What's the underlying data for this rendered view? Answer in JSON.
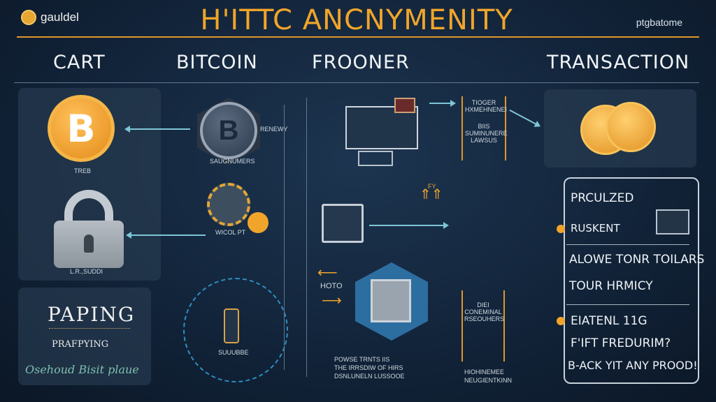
{
  "header": {
    "logo_text": "gauldel",
    "title": "H'ITTC ANCNYMENITY",
    "top_right": "ptgbatome"
  },
  "headings": {
    "cart": "CART",
    "bitcoin": "BITCOIN",
    "frooner": "FROONER",
    "transaction": "TRANSACTION"
  },
  "left": {
    "btc_symbol": "B",
    "btc_caption": "TREB",
    "lock_caption": "L.R.,SUDDI",
    "paping": "PAPING",
    "paping_sub": "PRAFPYING",
    "paping_bottom": "Osehoud Bisit plaue"
  },
  "middle": {
    "grey_btc_symbol": "B",
    "grey_caption": "SAUGNUMERS",
    "side_label": "RENEWY",
    "seal_caption": "WICOL PT",
    "phone_caption": "SUUUBBE",
    "hoto": "HOTO",
    "bottom_text_1": "POWSE TRNTS IIS",
    "bottom_text_2": "THE IRRSDIW OF HIRS",
    "bottom_text_3": "DSNLUNELN LUSSOOE"
  },
  "flow": {
    "box1_l1": "TIOGER",
    "box1_l2": "HXMEHNENEI",
    "box1_l3": "BIIS",
    "box1_l4": "SUMINUNERE",
    "box1_l5": "LAWSUS",
    "box2_l1": "DIEI",
    "box2_l2": "CONEMINAL",
    "box2_l3": "RSEOUHERS",
    "bottom_l1": "HIOHINEMEE",
    "bottom_l2": "NEUGIENTKINN",
    "up_label": "FY"
  },
  "right": {
    "item1": "PRCULZED",
    "item2": "RUSKENT",
    "item3": "ALOWE TONR TOILARS",
    "item4": "TOUR HRMICY",
    "item5": "EIATENL 11G",
    "item6": "F'IFT FREDURIM?",
    "item7": "B-ACK YIT ANY PROOD!"
  }
}
